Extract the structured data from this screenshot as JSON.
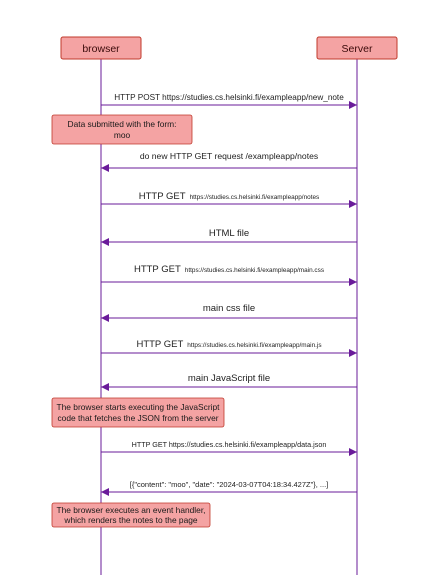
{
  "diagram": {
    "type": "sequence",
    "actors": [
      {
        "id": "browser",
        "label": "browser"
      },
      {
        "id": "server",
        "label": "Server"
      }
    ],
    "steps": [
      {
        "kind": "message",
        "from": "browser",
        "to": "server",
        "label": "HTTP POST https://studies.cs.helsinki.fi/exampleapp/new_note"
      },
      {
        "kind": "note",
        "over": "browser",
        "lines": [
          "Data submitted with the form:",
          "moo"
        ]
      },
      {
        "kind": "message",
        "from": "server",
        "to": "browser",
        "label": "do new HTTP GET request /exampleapp/notes"
      },
      {
        "kind": "message",
        "from": "browser",
        "to": "server",
        "label_main": "HTTP GET",
        "label_small": "https://studies.cs.helsinki.fi/exampleapp/notes"
      },
      {
        "kind": "message",
        "from": "server",
        "to": "browser",
        "label": "HTML file"
      },
      {
        "kind": "message",
        "from": "browser",
        "to": "server",
        "label_main": "HTTP GET",
        "label_small": "https://studies.cs.helsinki.fi/exampleapp/main.css"
      },
      {
        "kind": "message",
        "from": "server",
        "to": "browser",
        "label": "main css file"
      },
      {
        "kind": "message",
        "from": "browser",
        "to": "server",
        "label_main": "HTTP GET",
        "label_small": "https://studies.cs.helsinki.fi/exampleapp/main.js"
      },
      {
        "kind": "message",
        "from": "server",
        "to": "browser",
        "label": "main JavaScript file"
      },
      {
        "kind": "note",
        "over": "browser",
        "lines": [
          "The browser starts executing the JavaScript",
          "code that fetches the JSON from the server"
        ]
      },
      {
        "kind": "message",
        "from": "browser",
        "to": "server",
        "label": "HTTP GET https://studies.cs.helsinki.fi/exampleapp/data.json"
      },
      {
        "kind": "message",
        "from": "server",
        "to": "browser",
        "label": "[{\"content\": \"moo\", \"date\": \"2024-03-07T04:18:34.427Z\"}, ...]"
      },
      {
        "kind": "note",
        "over": "browser",
        "lines": [
          "The browser executes an event handler,",
          "which renders the notes to the page"
        ]
      }
    ]
  },
  "colors": {
    "actor_fill": "#f4a3a3",
    "actor_stroke": "#c0392b",
    "lifeline": "#6a1b9a",
    "arrow": "#6a1b9a",
    "note_fill": "#f4a3a3",
    "note_stroke": "#c0392b",
    "text": "#222222"
  }
}
